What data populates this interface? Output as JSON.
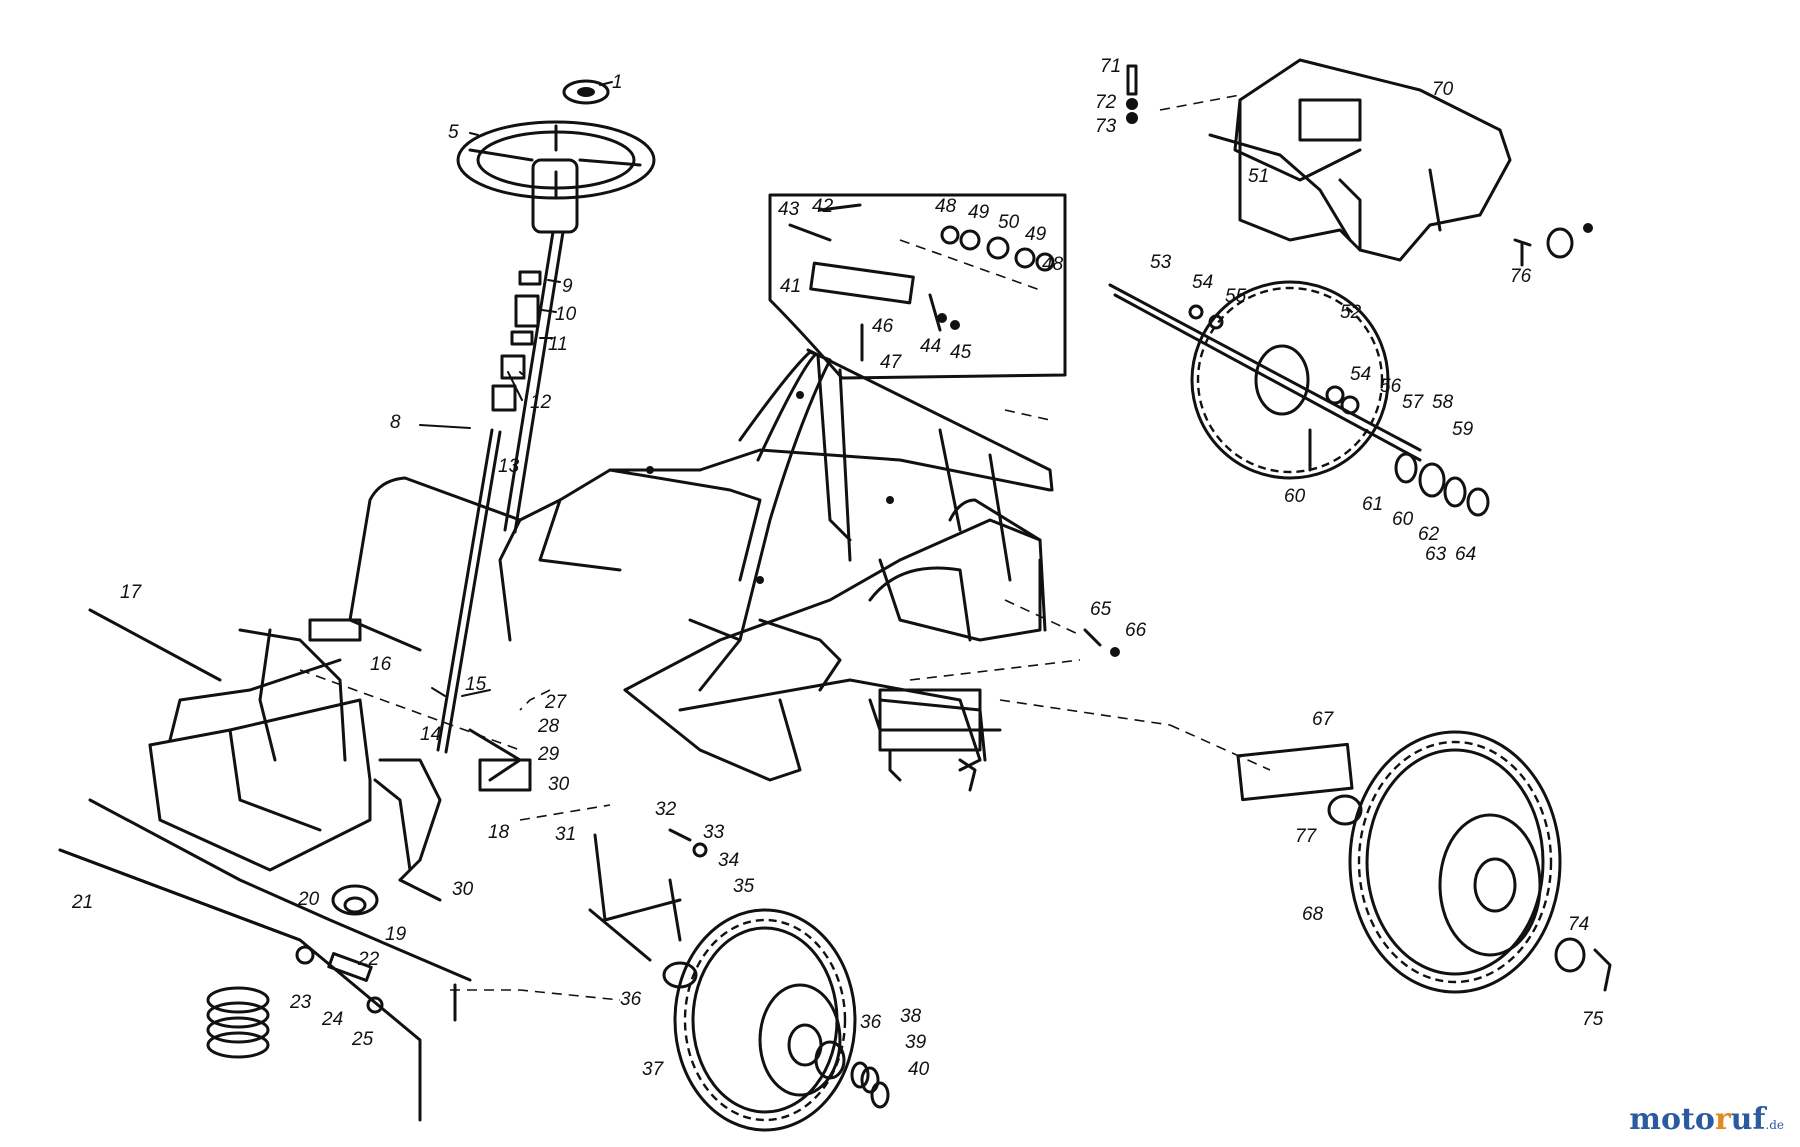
{
  "labels": [
    "1",
    "5",
    "9",
    "10",
    "11",
    "12",
    "8",
    "13",
    "17",
    "16",
    "15",
    "14",
    "27",
    "28",
    "29",
    "30",
    "18",
    "30",
    "31",
    "32",
    "33",
    "34",
    "35",
    "36",
    "37",
    "36",
    "38",
    "39",
    "40",
    "20",
    "19",
    "21",
    "22",
    "23",
    "24",
    "25",
    "41",
    "42",
    "43",
    "48",
    "49",
    "50",
    "49",
    "48",
    "46",
    "47",
    "44",
    "45",
    "71",
    "72",
    "73",
    "70",
    "51",
    "53",
    "54",
    "55",
    "52",
    "54",
    "56",
    "57",
    "58",
    "59",
    "60",
    "61",
    "60",
    "62",
    "63",
    "64",
    "65",
    "66",
    "67",
    "77",
    "68",
    "74",
    "75",
    "76"
  ],
  "watermark": {
    "part1": "moto",
    "part2": "r",
    "part3": "uf",
    "part4": ".de"
  },
  "colors": {
    "line": "#111111",
    "brand_blue": "#2c5aa0",
    "brand_orange": "#e08a1e"
  }
}
